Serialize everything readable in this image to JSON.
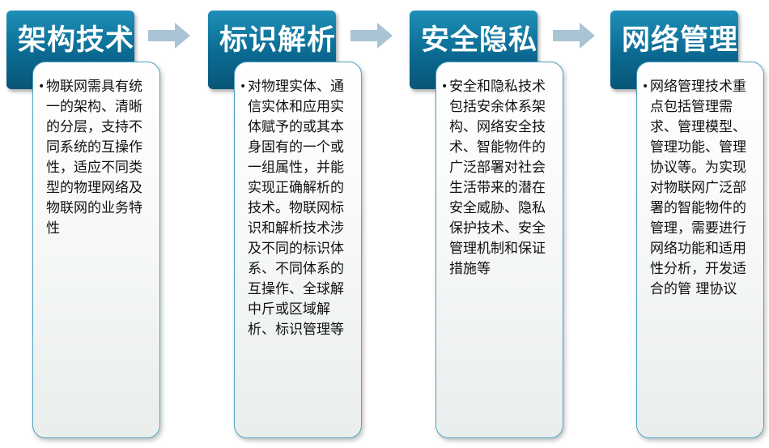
{
  "steps": [
    {
      "title": "架构技术",
      "text": "物联网需具有统一的架构、清晰的分层，支持不同系统的互操作性，适应不同类型的物理网络及物联网的业务特性"
    },
    {
      "title": "标识解析",
      "text": "对物理实体、通信实体和应用实体赋予的或其本身固有的一个或一组属性，并能实现正确解析的技术。物联网标识和解析技术涉及不同的标识体系、不同体系的 互操作、全球解中斤或区域解析、标识管理等"
    },
    {
      "title": "安全隐私",
      "text": "安全和隐私技术包括安余体系架构、网络安全技术、智能物件的广泛部署对社会生活带来的潜在安全威胁、隐私保护技术、安全管理机制和保证措施等"
    },
    {
      "title": "网络管理",
      "text": "网络管理技术重点包括管理需求、管理模型、管理功能、管理协议等。为实现对物联网广泛部署的智能物件的管理，需要进行网络功能和适用性分析，开发适合的管 理协议"
    }
  ],
  "colors": {
    "header": "#0b6a92",
    "card_border": "#4ea2c2",
    "arrow": "#a9c4d4"
  },
  "icons": {
    "connector": "right-arrow-icon",
    "bullet": "bullet-dot"
  }
}
